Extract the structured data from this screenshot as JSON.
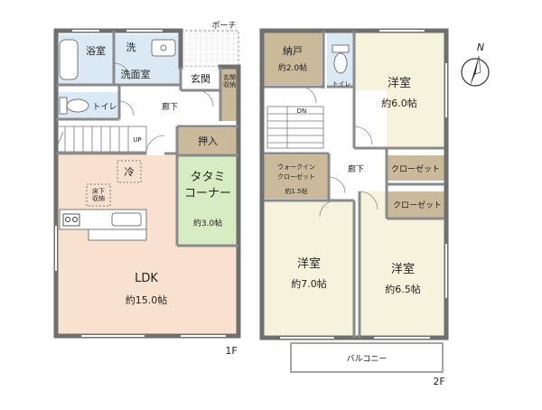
{
  "floor1": {
    "label": "1F",
    "rooms": {
      "bath": "浴室",
      "wash": "洗",
      "washroom": "洗面室",
      "entrance": "玄関",
      "entrance_storage": "玄関\n収納",
      "porch": "ポーチ",
      "toilet": "トイレ",
      "hallway": "廊下",
      "oshiire": "押入",
      "tatami_name": "タタミ\nコーナー",
      "tatami_size": "約3.0帖",
      "fridge": "冷",
      "floor_storage": "床下\n収納",
      "stairs_up": "UP",
      "ldk_name": "LDK",
      "ldk_size": "約15.0帖"
    }
  },
  "floor2": {
    "label": "2F",
    "rooms": {
      "nando_name": "納戸",
      "nando_size": "約2.0帖",
      "toilet": "トイレ",
      "bed1_name": "洋室",
      "bed1_size": "約6.0帖",
      "stairs_dn": "DN",
      "closet1": "クローゼット",
      "walkin_name": "ウォークイン\nクローゼット",
      "walkin_size": "約1.5帖",
      "hallway": "廊下",
      "closet2": "クローゼット",
      "bed2_name": "洋室",
      "bed2_size": "約7.0帖",
      "bed3_name": "洋室",
      "bed3_size": "約6.5帖",
      "balcony": "バルコニー"
    }
  },
  "compass": {
    "label": "N"
  },
  "colors": {
    "wall": "#6f6f6f",
    "ldk": "#f8e1cf",
    "bedroom": "#f6f3dc",
    "tatami": "#d8ecc4",
    "storage": "#cbb99b",
    "wet": "#dbe9f4",
    "floor": "#ffffff"
  }
}
